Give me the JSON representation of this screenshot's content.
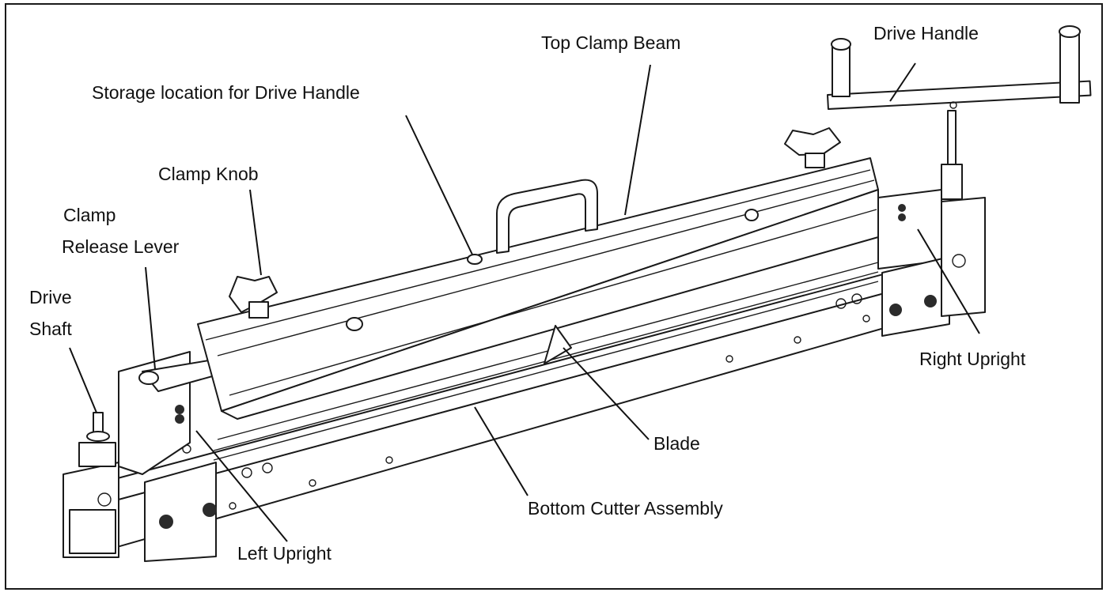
{
  "labels": {
    "top_clamp_beam": "Top Clamp Beam",
    "drive_handle": "Drive Handle",
    "storage_location": "Storage location for Drive Handle",
    "clamp_knob": "Clamp Knob",
    "clamp_release_lever_1": "Clamp",
    "clamp_release_lever_2": "Release Lever",
    "drive_shaft_1": "Drive",
    "drive_shaft_2": "Shaft",
    "right_upright": "Right Upright",
    "blade": "Blade",
    "bottom_cutter_assembly": "Bottom Cutter Assembly",
    "left_upright": "Left Upright"
  }
}
